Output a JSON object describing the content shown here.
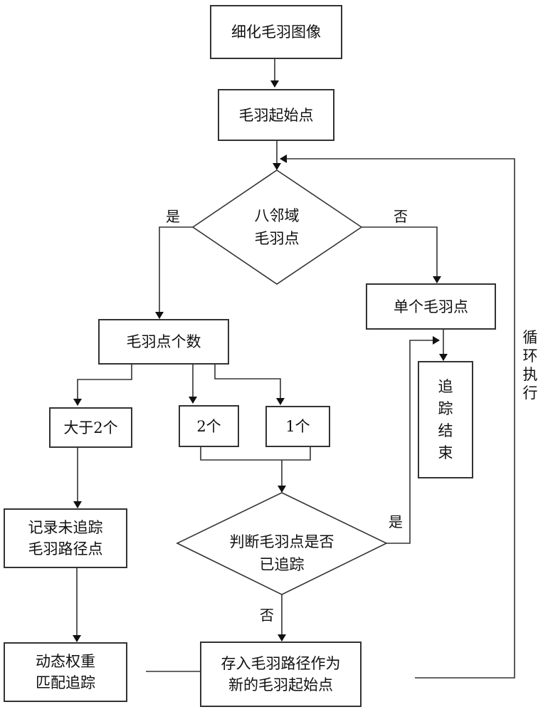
{
  "diagram": {
    "type": "flowchart",
    "nodes": {
      "thin_image": "细化毛羽图像",
      "start_point": "毛羽起始点",
      "eight_neighbor": "八邻域\n毛羽点",
      "single_point": "单个毛羽点",
      "point_count": "毛羽点个数",
      "tracking_end": "追\n踪\n结\n束",
      "more_than_2": "大于2个",
      "two": "2个",
      "one": "1个",
      "record_untracked": "记录未追踪\n毛羽路径点",
      "judge_tracked": "判断毛羽点是否\n已追踪",
      "dynamic_weight": "动态权重\n匹配追踪",
      "store_path": "存入毛羽路径作为\n新的毛羽起始点"
    },
    "edge_labels": {
      "yes_left": "是",
      "no_right": "否",
      "yes_judge": "是",
      "no_judge": "否",
      "loop": "循\n环\n执\n行"
    },
    "edges": [
      {
        "from": "thin_image",
        "to": "start_point"
      },
      {
        "from": "start_point",
        "to": "eight_neighbor"
      },
      {
        "from": "eight_neighbor",
        "to": "point_count",
        "label": "是"
      },
      {
        "from": "eight_neighbor",
        "to": "single_point",
        "label": "否"
      },
      {
        "from": "single_point",
        "to": "tracking_end"
      },
      {
        "from": "point_count",
        "to": "more_than_2"
      },
      {
        "from": "point_count",
        "to": "two"
      },
      {
        "from": "point_count",
        "to": "one"
      },
      {
        "from": "two",
        "to": "judge_tracked"
      },
      {
        "from": "one",
        "to": "judge_tracked"
      },
      {
        "from": "judge_tracked",
        "to": "tracking_end",
        "label": "是"
      },
      {
        "from": "judge_tracked",
        "to": "store_path",
        "label": "否"
      },
      {
        "from": "more_than_2",
        "to": "record_untracked"
      },
      {
        "from": "record_untracked",
        "to": "dynamic_weight"
      },
      {
        "from": "dynamic_weight",
        "to": "store_path"
      },
      {
        "from": "store_path",
        "to": "eight_neighbor",
        "label": "循环执行"
      }
    ]
  }
}
